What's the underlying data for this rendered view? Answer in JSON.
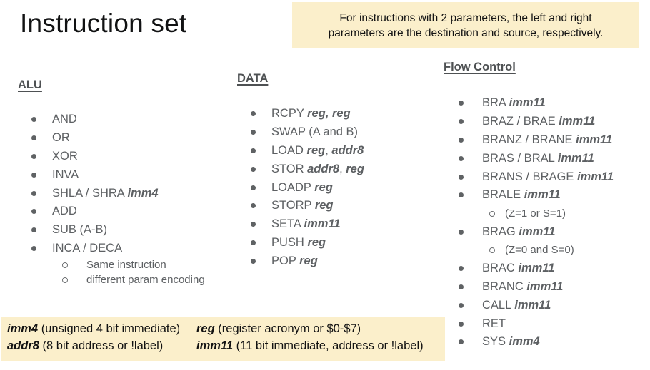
{
  "page": {
    "title": "Instruction set"
  },
  "note": {
    "lines": [
      "For instructions with 2 parameters, the left and right",
      "parameters are the destination and source, respectively."
    ],
    "bg_color": "#fbefcb"
  },
  "icons": {
    "main_bullet": "filled-circle-bullet",
    "sub_bullet": "open-circle-bullet"
  },
  "colors": {
    "highlight_yellow": "#fbefcb",
    "body_gray": "#5d6063",
    "heading_gray": "#4e5153",
    "title_black": "#111213"
  },
  "columns": [
    {
      "id": "alu",
      "heading": "ALU",
      "items": [
        {
          "t": "AND"
        },
        {
          "t": "OR"
        },
        {
          "t": "XOR"
        },
        {
          "t": "INVA"
        },
        {
          "t": "SHLA / SHRA *imm4*"
        },
        {
          "t": "ADD"
        },
        {
          "t": "SUB (A-B)"
        },
        {
          "t": "INCA / DECA"
        },
        {
          "t": "Same instruction",
          "sub": true
        },
        {
          "t": "different param encoding",
          "sub": true
        }
      ]
    },
    {
      "id": "data",
      "heading": "DATA",
      "items": [
        {
          "t": "RCPY *reg, reg*"
        },
        {
          "t": "SWAP (A and B)"
        },
        {
          "t": "LOAD *reg*, *addr8*"
        },
        {
          "t": "STOR *addr8*, *reg*"
        },
        {
          "t": "LOADP *reg*"
        },
        {
          "t": "STORP *reg*"
        },
        {
          "t": "SETA *imm11*"
        },
        {
          "t": "PUSH *reg*"
        },
        {
          "t": "POP *reg*"
        }
      ]
    },
    {
      "id": "flow-control",
      "heading": "Flow Control",
      "items": [
        {
          "t": "BRA *imm11*"
        },
        {
          "t": "BRAZ / BRAE *imm11*"
        },
        {
          "t": "BRANZ / BRANE *imm11*"
        },
        {
          "t": "BRAS / BRAL *imm11*"
        },
        {
          "t": "BRANS / BRAGE *imm11*"
        },
        {
          "t": "BRALE *imm11*"
        },
        {
          "t": "(Z=1 or S=1)",
          "sub": true
        },
        {
          "t": "BRAG *imm11*"
        },
        {
          "t": "(Z=0 and S=0)",
          "sub": true
        },
        {
          "t": "BRAC *imm11*"
        },
        {
          "t": "BRANC *imm11*"
        },
        {
          "t": "CALL *imm11*"
        },
        {
          "t": "RET"
        },
        {
          "t": "SYS *imm4*"
        }
      ]
    }
  ],
  "legend": {
    "bg_color": "#fbefcb",
    "col1": [
      "*imm4* (unsigned 4 bit immediate)",
      "*addr8* (8 bit address or !label)"
    ],
    "col2": [
      "*reg* (register acronym or $0-$7)",
      "*imm11* (11 bit immediate, address or !label)"
    ]
  }
}
